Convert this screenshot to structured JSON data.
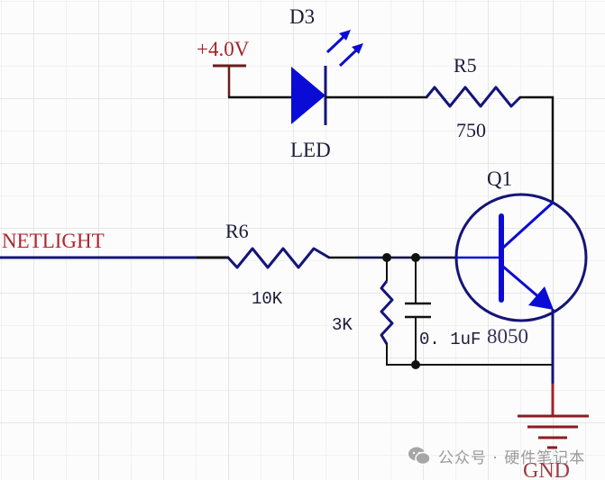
{
  "schematic": {
    "title": "LED driver circuit with NPN transistor",
    "colors": {
      "wire": "#111111",
      "component": "#0b0bd6",
      "component_dark": "#14147a",
      "net_label": "#b0252f",
      "power": "#6b1c1c",
      "ground": "#8a1c24",
      "label_text": "#1b1b3a"
    },
    "power": {
      "label": "+4.0V",
      "icon": "power-rail-icon"
    },
    "led": {
      "ref": "D3",
      "value": "LED",
      "icon": "led-diode-icon"
    },
    "r5": {
      "ref": "R5",
      "value": "750",
      "icon": "resistor-icon"
    },
    "q1": {
      "ref": "Q1",
      "value": "8050",
      "type": "NPN",
      "icon": "npn-transistor-icon"
    },
    "net": {
      "label": "NETLIGHT"
    },
    "r6": {
      "ref": "R6",
      "value": "10K",
      "icon": "resistor-icon"
    },
    "r_pulldown": {
      "value": "3K",
      "icon": "resistor-icon"
    },
    "cap": {
      "value": "0. 1uF",
      "icon": "capacitor-icon"
    },
    "ground": {
      "label": "GND",
      "icon": "ground-icon"
    }
  },
  "watermark": {
    "text": "公众号 · 硬件笔记本",
    "icon": "wechat-icon"
  }
}
